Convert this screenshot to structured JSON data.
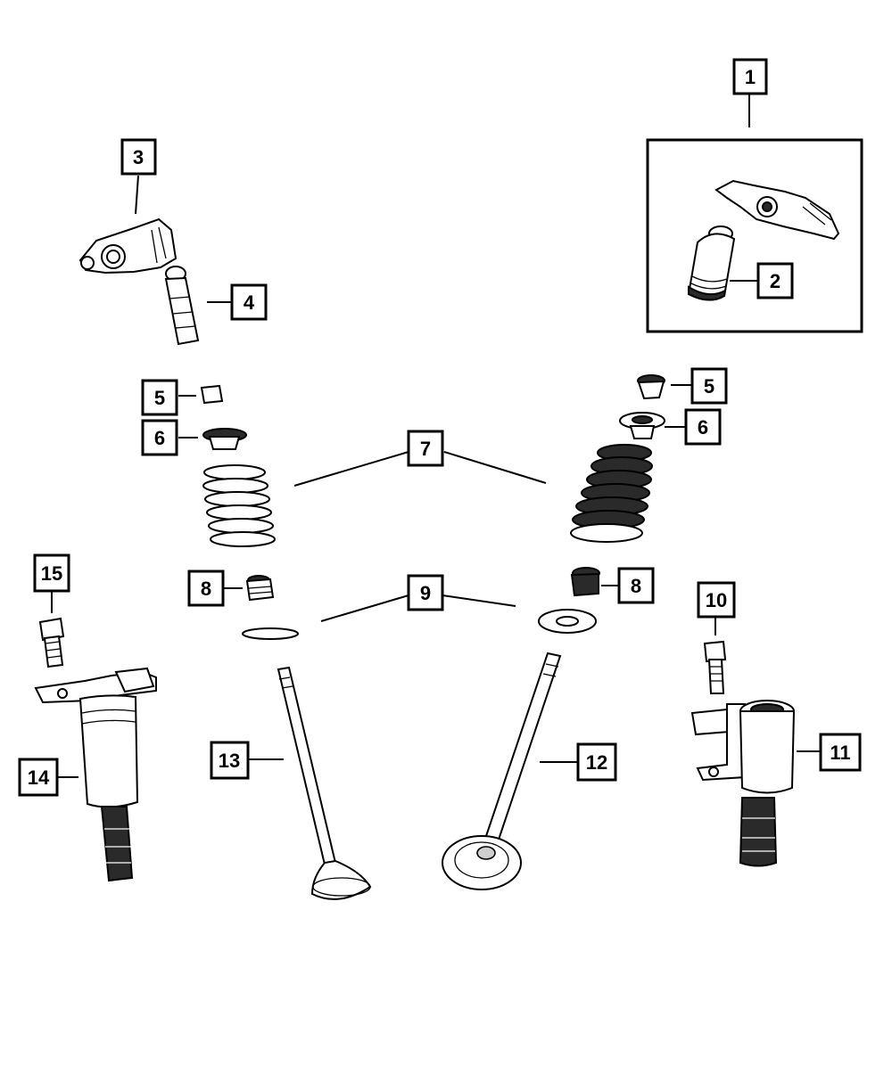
{
  "diagram": {
    "callouts": [
      {
        "id": "c1",
        "label": "1"
      },
      {
        "id": "c2",
        "label": "2"
      },
      {
        "id": "c3",
        "label": "3"
      },
      {
        "id": "c4",
        "label": "4"
      },
      {
        "id": "c5a",
        "label": "5"
      },
      {
        "id": "c5b",
        "label": "5"
      },
      {
        "id": "c6a",
        "label": "6"
      },
      {
        "id": "c6b",
        "label": "6"
      },
      {
        "id": "c7",
        "label": "7"
      },
      {
        "id": "c8a",
        "label": "8"
      },
      {
        "id": "c8b",
        "label": "8"
      },
      {
        "id": "c9",
        "label": "9"
      },
      {
        "id": "c10",
        "label": "10"
      },
      {
        "id": "c11",
        "label": "11"
      },
      {
        "id": "c12",
        "label": "12"
      },
      {
        "id": "c13",
        "label": "13"
      },
      {
        "id": "c14",
        "label": "14"
      },
      {
        "id": "c15",
        "label": "15"
      }
    ]
  }
}
